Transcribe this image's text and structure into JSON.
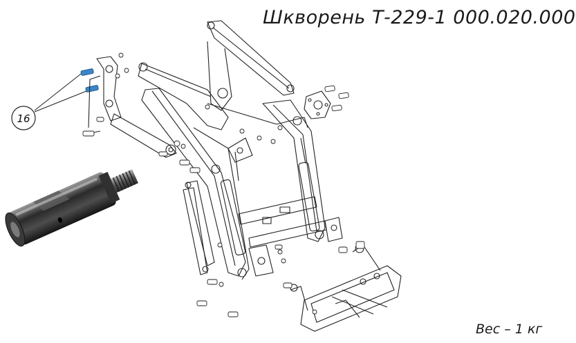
{
  "title": "Шкворень Т-229-1 000.020.000",
  "weight_label": "Вес – 1 кг",
  "callout": {
    "number": "16"
  },
  "colors": {
    "line": "#222222",
    "highlight_part": "#3a86c8",
    "pin_dark": "#1e1e1e",
    "pin_mid": "#6b6b6b"
  }
}
